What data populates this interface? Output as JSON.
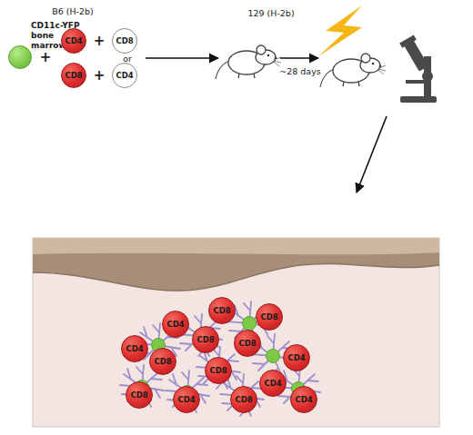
{
  "diagram": {
    "nodes": [
      {
        "text": [
          "CD11c-YFP bone marrow"
        ]
      },
      {
        "text": [
          "CD4"
        ]
      },
      {
        "text": [
          "CD8"
        ]
      },
      {
        "text": [
          "CD8"
        ]
      },
      {
        "text": [
          "CD4"
        ]
      },
      {
        "text": [
          "CD4"
        ]
      },
      {
        "text": [
          "CD8"
        ]
      },
      {
        "text": [
          "CD8"
        ]
      },
      {
        "text": [
          "CD4"
        ]
      },
      {
        "text": [
          "CD8"
        ]
      },
      {
        "text": [
          "CD8"
        ]
      },
      {
        "text": [
          "CD8"
        ]
      },
      {
        "text": [
          "CD4"
        ]
      },
      {
        "text": [
          "CD8"
        ]
      },
      {
        "text": [
          "CD4"
        ]
      },
      {
        "text": [
          "CD8"
        ]
      },
      {
        "text": [
          "CD4"
        ]
      },
      {
        "text": [
          "CD8"
        ]
      },
      {
        "text": [
          "CD4"
        ]
      }
    ],
    "labels": [
      "B6 (H-2b)",
      "+",
      "+",
      "or",
      "+",
      "129 (H-2b)",
      "~28 days"
    ]
  }
}
